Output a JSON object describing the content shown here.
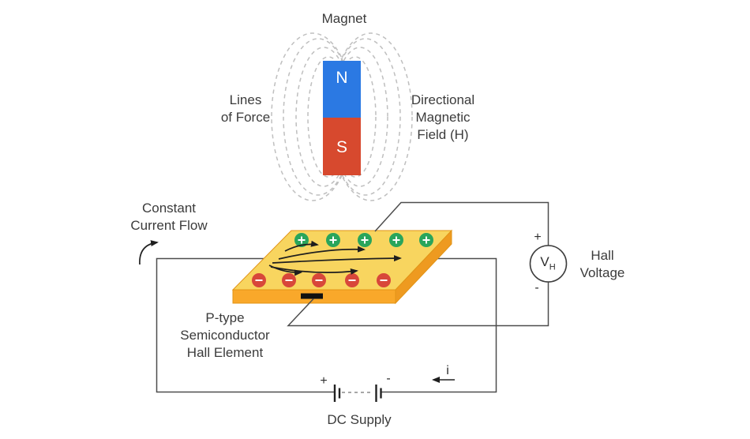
{
  "colors": {
    "magnet_north": "#2B79E3",
    "magnet_south": "#D7492E",
    "slab_top": "#F8D55F",
    "slab_front": "#F9A82A",
    "slab_side": "#EE9A20",
    "positive_charge": "#29A55B",
    "negative_charge": "#D8473A",
    "wire": "#4d4d4d",
    "field_line": "#BFBFBF",
    "text": "#3b3b3b"
  },
  "magnet": {
    "label": "Magnet",
    "north": "N",
    "south": "S"
  },
  "field": {
    "lines_label": [
      "Lines",
      "of Force"
    ],
    "direction_label": [
      "Directional",
      "Magnetic",
      "Field (H)"
    ]
  },
  "circuit": {
    "constant_current_label": [
      "Constant",
      "Current Flow"
    ],
    "current_symbol": "i",
    "dc_supply_label": "DC Supply",
    "battery_plus": "+",
    "battery_minus": "-"
  },
  "hall_meter": {
    "symbol": "V",
    "subscript": "H",
    "plus": "+",
    "minus": "-",
    "label": [
      "Hall",
      "Voltage"
    ]
  },
  "semiconductor": {
    "label": [
      "P-type",
      "Semiconductor",
      "Hall Element"
    ],
    "positive_charges": 5,
    "negative_charges": 5
  }
}
